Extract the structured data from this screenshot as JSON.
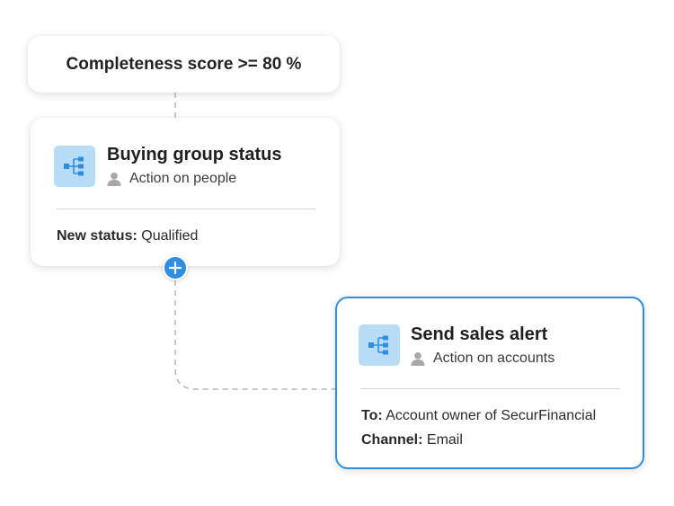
{
  "condition": {
    "label": "Completeness score >= 80 %"
  },
  "buying_group_step": {
    "title": "Buying group status",
    "subtitle": "Action on people",
    "icon": "flow-hierarchy-icon",
    "detail_label": "New status:",
    "detail_value": "Qualified"
  },
  "add_step": {
    "icon": "plus-icon"
  },
  "sales_alert_step": {
    "title": "Send sales alert",
    "subtitle": "Action on accounts",
    "icon": "flow-hierarchy-icon",
    "to_label": "To:",
    "to_value": "Account owner of SecurFinancial",
    "channel_label": "Channel:",
    "channel_value": "Email"
  },
  "colors": {
    "accent": "#2e8fe0",
    "icon_bg": "#b9dcf6",
    "connector": "#b5b5b5"
  }
}
